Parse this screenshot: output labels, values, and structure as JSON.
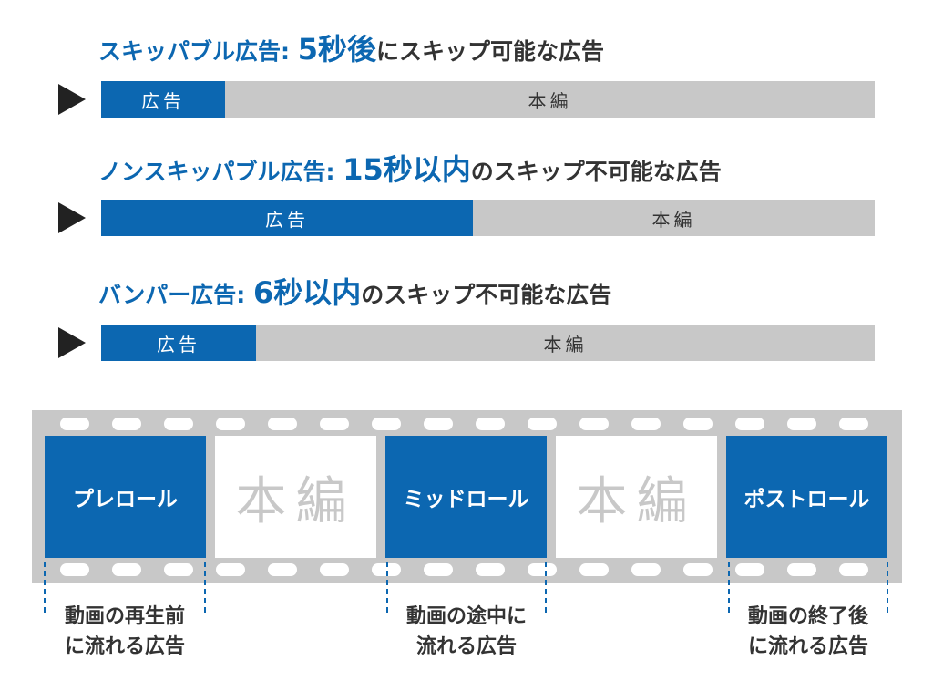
{
  "rows": [
    {
      "title": "スキッパブル広告",
      "separator": ":",
      "highlight": "5秒後",
      "suffix": "にスキップ可能な広告",
      "ad_label": "広告",
      "main_label": "本編",
      "ad_share": 0.16
    },
    {
      "title": "ノンスキッパブル広告",
      "separator": ":",
      "highlight": "15秒以内",
      "suffix": "のスキップ不可能な広告",
      "ad_label": "広告",
      "main_label": "本編",
      "ad_share": 0.48
    },
    {
      "title": "バンパー広告",
      "separator": ":",
      "highlight": "6秒以内",
      "suffix": "のスキップ不可能な広告",
      "ad_label": "広告",
      "main_label": "本編",
      "ad_share": 0.2
    }
  ],
  "film": {
    "frames": [
      {
        "kind": "ad",
        "label": "プレロール"
      },
      {
        "kind": "main",
        "label": "本編"
      },
      {
        "kind": "ad",
        "label": "ミッドロール"
      },
      {
        "kind": "main",
        "label": "本編"
      },
      {
        "kind": "ad",
        "label": "ポストロール"
      }
    ],
    "captions": [
      {
        "line1": "動画の再生前",
        "line2": "に流れる広告"
      },
      {
        "line1": "動画の途中に",
        "line2": "流れる広告"
      },
      {
        "line1": "動画の終了後",
        "line2": "に流れる広告"
      }
    ]
  },
  "colors": {
    "accent": "#0c67b1",
    "bar_gray": "#c8c8c8",
    "text_dark": "#333333",
    "play": "#222222"
  },
  "icons": [
    "play-icon"
  ]
}
